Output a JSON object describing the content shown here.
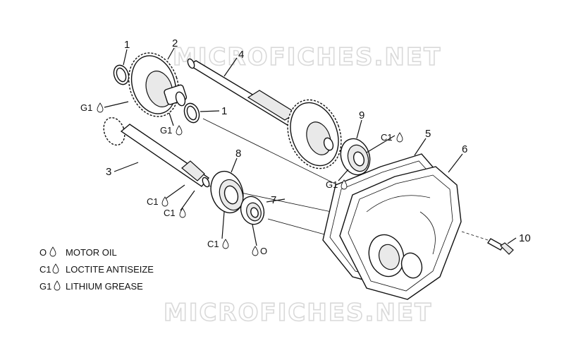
{
  "watermark": {
    "top_text": "MICROFICHES.NET",
    "bottom_text": "MICROFICHES.NET"
  },
  "callouts": {
    "c1a": "1",
    "c2": "2",
    "c4": "4",
    "c1b": "1",
    "c3": "3",
    "c8": "8",
    "c9": "9",
    "c5": "5",
    "c6": "6",
    "c7": "7",
    "c10": "10"
  },
  "material_tags": {
    "g1_gear_left": "G1",
    "g1_gear_bottom": "G1",
    "c1_shaft_a": "C1",
    "c1_shaft_b": "C1",
    "c1_bearing8": "C1",
    "o_seal7": "O",
    "c1_bearing9": "C1",
    "g1_bearing9": "G1"
  },
  "legend": [
    {
      "code": "O",
      "text": "MOTOR OIL"
    },
    {
      "code": "C1",
      "text": "LOCTITE ANTISEIZE"
    },
    {
      "code": "G1",
      "text": "LITHIUM GREASE"
    }
  ],
  "colors": {
    "ink": "#111111",
    "watermark_outline": "#d9d9d9",
    "background": "#ffffff"
  }
}
